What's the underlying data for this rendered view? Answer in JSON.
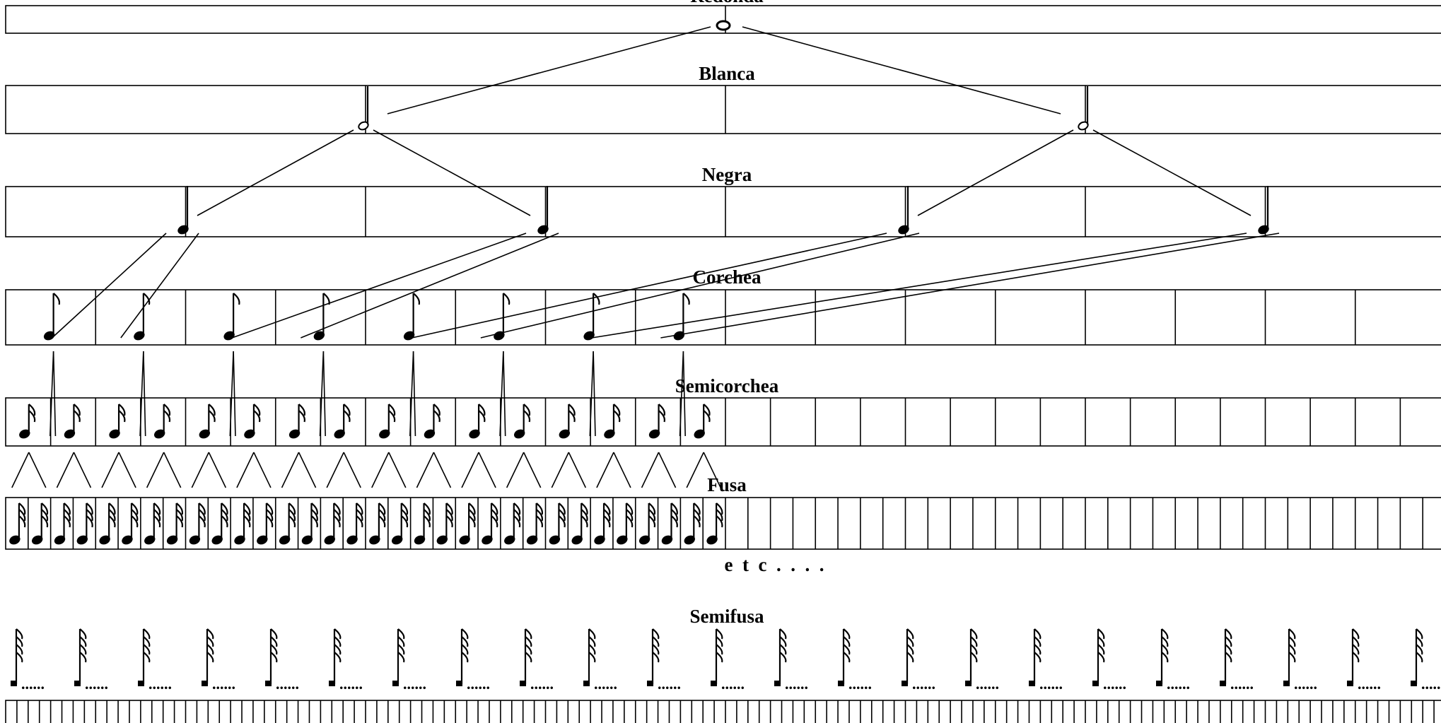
{
  "labels": {
    "redonda": "Redonda",
    "blanca": "Blanca",
    "negra": "Negra",
    "corchea": "Corchea",
    "semicorchea": "Semicorchea",
    "fusa": "Fusa",
    "etc": "e  t  c  .  .  .  .",
    "semifusa": "Semifusa"
  },
  "levels": [
    {
      "name": "Redonda",
      "divisions": 1,
      "flags": 0
    },
    {
      "name": "Blanca",
      "divisions": 2,
      "flags": 0
    },
    {
      "name": "Negra",
      "divisions": 4,
      "flags": 0
    },
    {
      "name": "Corchea",
      "divisions": 8,
      "flags": 1
    },
    {
      "name": "Semicorchea",
      "divisions": 16,
      "flags": 2
    },
    {
      "name": "Fusa",
      "divisions": 32,
      "flags": 3
    },
    {
      "name": "Semifusa",
      "divisions": 64,
      "flags": 4
    }
  ],
  "semifusa_separator": "......"
}
